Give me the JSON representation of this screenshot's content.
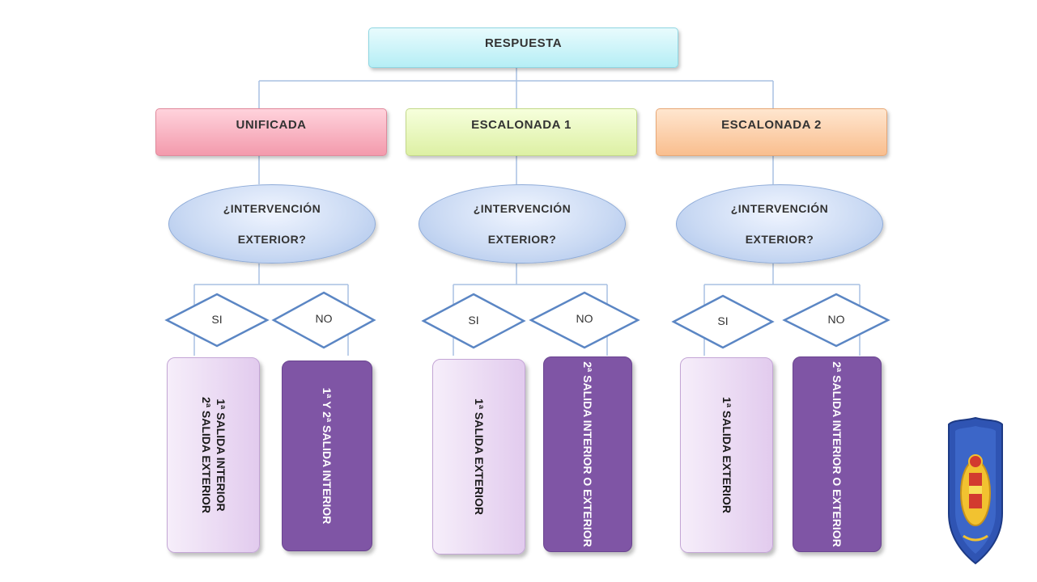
{
  "root": {
    "label": "RESPUESTA"
  },
  "branches": [
    {
      "label": "UNIFICADA",
      "question": [
        "¿INTERVENCIÓN",
        "EXTERIOR?"
      ],
      "si": "SI",
      "no": "NO",
      "si_output": [
        "1ª SALIDA INTERIOR",
        "2ª SALIDA EXTERIOR"
      ],
      "no_output": [
        "1ª Y 2ª SALIDA INTERIOR"
      ]
    },
    {
      "label": "ESCALONADA 1",
      "question": [
        "¿INTERVENCIÓN",
        "EXTERIOR?"
      ],
      "si": "SI",
      "no": "NO",
      "si_output": [
        "1ª SALIDA EXTERIOR"
      ],
      "no_output": [
        "2ª SALIDA INTERIOR O EXTERIOR"
      ]
    },
    {
      "label": "ESCALONADA 2",
      "question": [
        "¿INTERVENCIÓN",
        "EXTERIOR?"
      ],
      "si": "SI",
      "no": "NO",
      "si_output": [
        "1ª SALIDA EXTERIOR"
      ],
      "no_output": [
        "2ª SALIDA INTERIOR O EXTERIOR"
      ]
    }
  ],
  "colors": {
    "connector": "#a9c1e2",
    "diamond_stroke": "#5b86c4",
    "dark_box": "#7f55a5",
    "light_box": "#e9d8f2"
  },
  "icons": {
    "badge": "emblem-badge-icon"
  }
}
